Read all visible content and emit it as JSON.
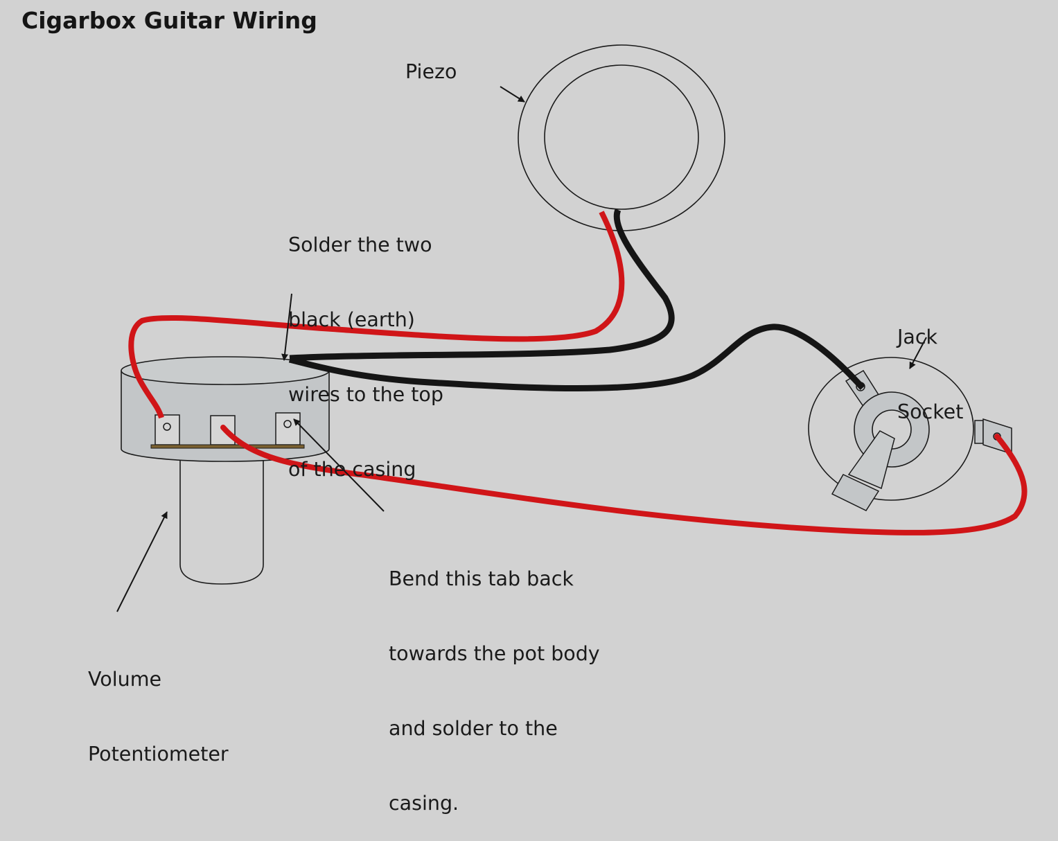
{
  "title": "Cigarbox Guitar Wiring",
  "labels": {
    "piezo": "Piezo",
    "solder_note": [
      "Solder the two",
      "black (earth)",
      "wires to the top",
      "of the casing"
    ],
    "jack_socket": [
      "Jack",
      "Socket"
    ],
    "bend_note": [
      "Bend this tab back",
      "towards the pot body",
      "and solder to the",
      "casing."
    ],
    "volume_pot": [
      "Volume",
      "Potentiometer"
    ]
  },
  "colors": {
    "background": "#d2d2d2",
    "hot_wire": "#d01518",
    "earth_wire": "#151515",
    "metal": "#c3c6c8",
    "outline": "#1a1a1a",
    "solder_strip": "#7a6030"
  },
  "components": [
    {
      "name": "Piezo",
      "type": "piezo-disc"
    },
    {
      "name": "Volume Potentiometer",
      "type": "potentiometer",
      "lugs": 3
    },
    {
      "name": "Jack Socket",
      "type": "jack-socket"
    }
  ],
  "connections": [
    {
      "from": "Piezo",
      "to": "Volume Potentiometer lug 1",
      "wire": "red"
    },
    {
      "from": "Piezo",
      "to": "Volume Potentiometer casing",
      "wire": "black"
    },
    {
      "from": "Jack Socket sleeve",
      "to": "Volume Potentiometer casing",
      "wire": "black"
    },
    {
      "from": "Volume Potentiometer lug 2",
      "to": "Jack Socket tip",
      "wire": "red"
    }
  ]
}
